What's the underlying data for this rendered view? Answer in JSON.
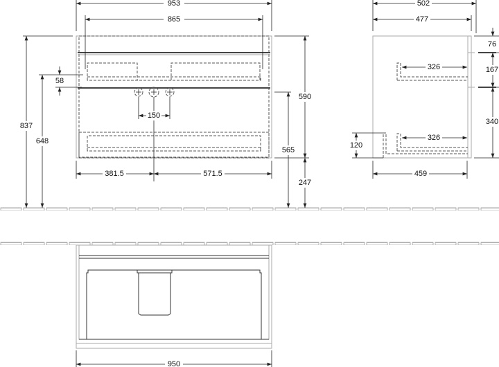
{
  "front_view": {
    "overall_width": "953",
    "inner_width": "865",
    "offset_58": "58",
    "height_837": "837",
    "height_648": "648",
    "tap_spacing": "150",
    "left_to_center": "381.5",
    "center_to_right": "571.5",
    "height_590": "590",
    "height_565": "565",
    "height_247": "247"
  },
  "side_view": {
    "overall_depth": "502",
    "depth_477": "477",
    "top_76": "76",
    "gap_167": "167",
    "gap_340": "340",
    "drawer_upper": "326",
    "drawer_lower": "326",
    "height_120": "120",
    "depth_459": "459"
  },
  "top_view": {
    "width": "950"
  }
}
